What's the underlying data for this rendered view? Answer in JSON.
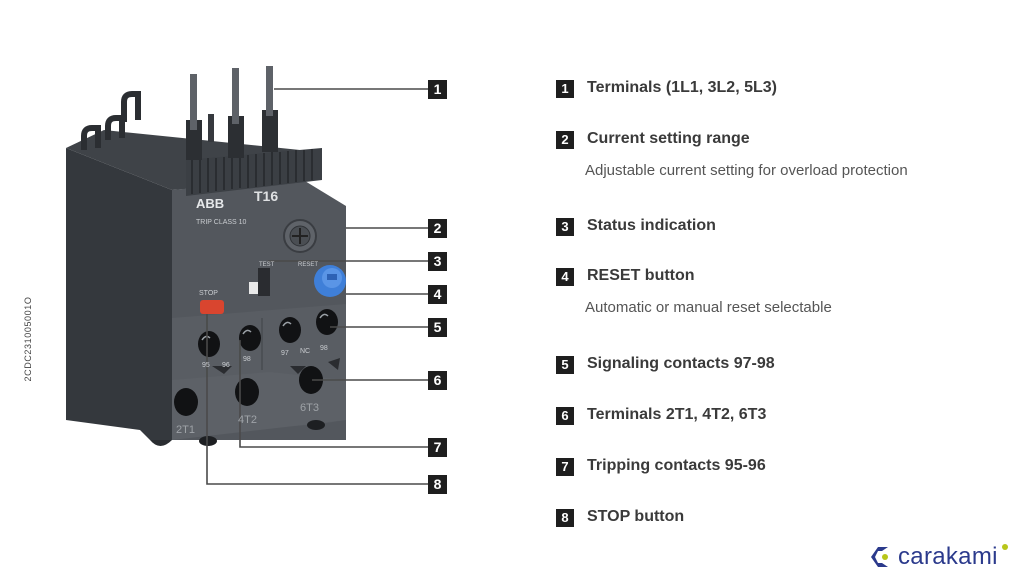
{
  "diagram": {
    "device": {
      "brand": "ABB",
      "model": "T16",
      "trip_class": "TRIP CLASS 10",
      "serial_code": "2CDC231005001O",
      "stop_label": "STOP",
      "reset_label": "RESET",
      "test_label": "TEST",
      "contact_labels_left": [
        "95",
        "96",
        "98"
      ],
      "contact_labels_right": [
        "97",
        "NC",
        "98"
      ],
      "terminal_labels": [
        "2T1",
        "4T2",
        "6T3"
      ],
      "body_color": "#4d5157",
      "body_side_color": "#34383d",
      "stop_color": "#d9452f",
      "reset_color": "#3f7fd8"
    },
    "callouts": [
      "1",
      "2",
      "3",
      "4",
      "5",
      "6",
      "7",
      "8"
    ]
  },
  "legend": {
    "items": [
      {
        "num": "1",
        "title": "Terminals (1L1, 3L2, 5L3)",
        "desc": ""
      },
      {
        "num": "2",
        "title": "Current setting range",
        "desc": "Adjustable current setting for overload protection"
      },
      {
        "num": "3",
        "title": "Status indication",
        "desc": ""
      },
      {
        "num": "4",
        "title": "RESET button",
        "desc": "Automatic or manual reset selectable"
      },
      {
        "num": "5",
        "title": "Signaling contacts 97-98",
        "desc": ""
      },
      {
        "num": "6",
        "title": "Terminals 2T1, 4T2, 6T3",
        "desc": ""
      },
      {
        "num": "7",
        "title": "Tripping contacts 95-96",
        "desc": ""
      },
      {
        "num": "8",
        "title": "STOP button",
        "desc": ""
      }
    ]
  },
  "watermark": {
    "text": "carakami",
    "color": "#2b3a8c",
    "accent": "#b8c61a"
  }
}
